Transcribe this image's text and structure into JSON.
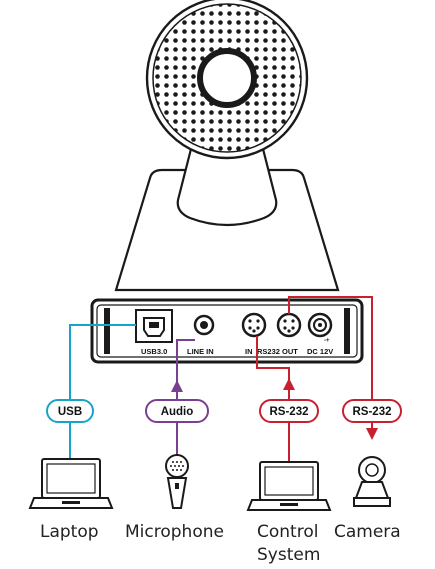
{
  "colors": {
    "usb": "#1aa3c8",
    "audio": "#7b3f8f",
    "rs232": "#c8202f",
    "outline": "#1a1a1a",
    "panel": "#111111"
  },
  "ports": {
    "usb": "USB3.0",
    "line_in": "LINE IN",
    "in": "IN",
    "rs232": "RS232",
    "out": "OUT",
    "dc": "DC 12V"
  },
  "badges": {
    "usb": "USB",
    "audio": "Audio",
    "rs232_control": "RS-232",
    "rs232_camera": "RS-232"
  },
  "devices": {
    "laptop": "Laptop",
    "microphone": "Microphone",
    "control_line1": "Control",
    "control_line2": "System",
    "camera": "Camera"
  }
}
